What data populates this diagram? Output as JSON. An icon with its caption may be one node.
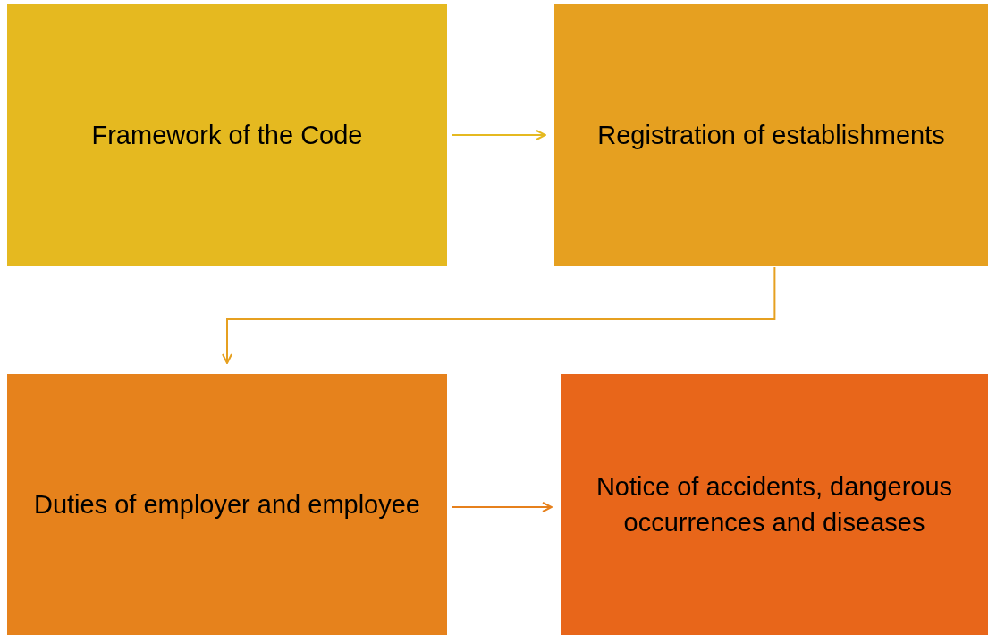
{
  "diagram": {
    "nodes": [
      {
        "text": [
          "Framework of the Code"
        ]
      },
      {
        "text": [
          "Registration of establishments"
        ]
      },
      {
        "text": [
          "Duties of employer and employee"
        ]
      },
      {
        "text": [
          "Notice of accidents, dangerous occurrences and diseases"
        ]
      }
    ],
    "edges": [
      {
        "from": 0,
        "to": 1,
        "arrow": "to",
        "color": "#e5b920"
      },
      {
        "from": 1,
        "to": 2,
        "arrow": "to",
        "color": "#e6a020"
      },
      {
        "from": 2,
        "to": 3,
        "arrow": "to",
        "color": "#e6801c"
      }
    ]
  }
}
